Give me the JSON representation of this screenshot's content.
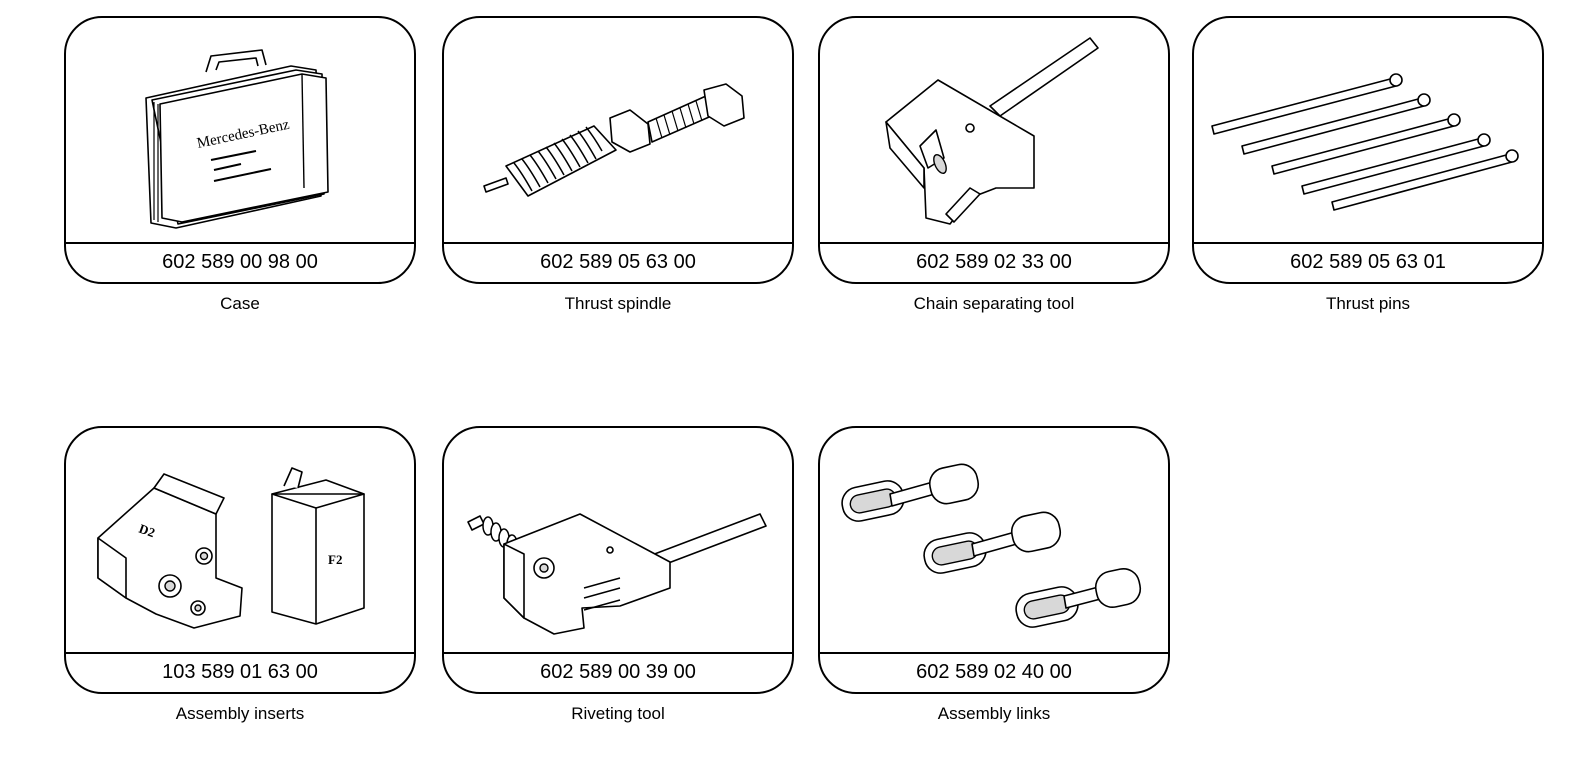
{
  "tools": [
    {
      "number": "602 589 00 98 00",
      "name": "Case",
      "brand": "Mercedes-Benz",
      "icon": "tool-case-icon"
    },
    {
      "number": "602 589 05 63 00",
      "name": "Thrust spindle",
      "icon": "thrust-spindle-icon"
    },
    {
      "number": "602 589 02 33 00",
      "name": "Chain separating tool",
      "icon": "chain-separating-tool-icon"
    },
    {
      "number": "602 589 05 63 01",
      "name": "Thrust pins",
      "icon": "thrust-pins-icon"
    },
    {
      "number": "103 589 01 63 00",
      "name": "Assembly inserts",
      "marks": [
        "D2",
        "F2"
      ],
      "icon": "assembly-inserts-icon"
    },
    {
      "number": "602 589 00 39 00",
      "name": "Riveting tool",
      "icon": "riveting-tool-icon"
    },
    {
      "number": "602 589 02 40 00",
      "name": "Assembly links",
      "icon": "assembly-links-icon"
    }
  ]
}
